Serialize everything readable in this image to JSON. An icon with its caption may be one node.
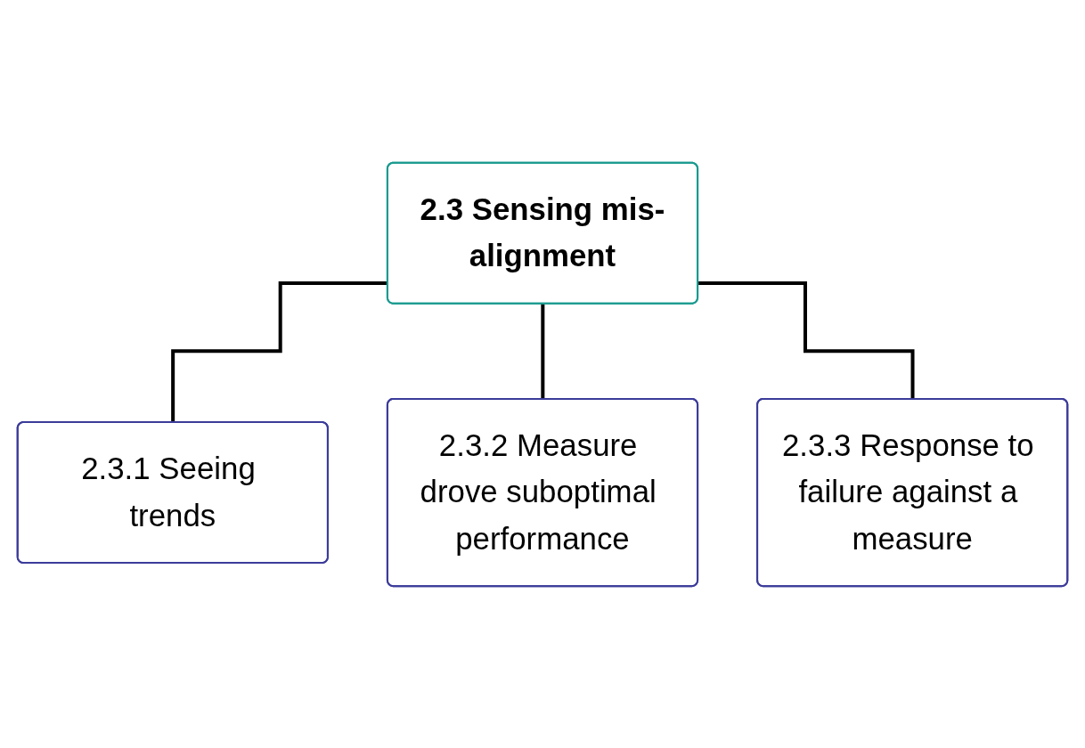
{
  "diagram": {
    "nodes": [
      {
        "text": [
          "2.3 Sensing mis-alignment"
        ]
      },
      {
        "text": [
          "2.3.1 Seeing trends"
        ]
      },
      {
        "text": [
          "2.3.2 Measure drove suboptimal performance"
        ]
      },
      {
        "text": [
          "2.3.3 Response to failure against a measure"
        ]
      }
    ],
    "edges": [
      {
        "from": 0,
        "to": 1,
        "arrow": "none"
      },
      {
        "from": 0,
        "to": 2,
        "arrow": "none"
      },
      {
        "from": 0,
        "to": 3,
        "arrow": "none"
      }
    ]
  }
}
